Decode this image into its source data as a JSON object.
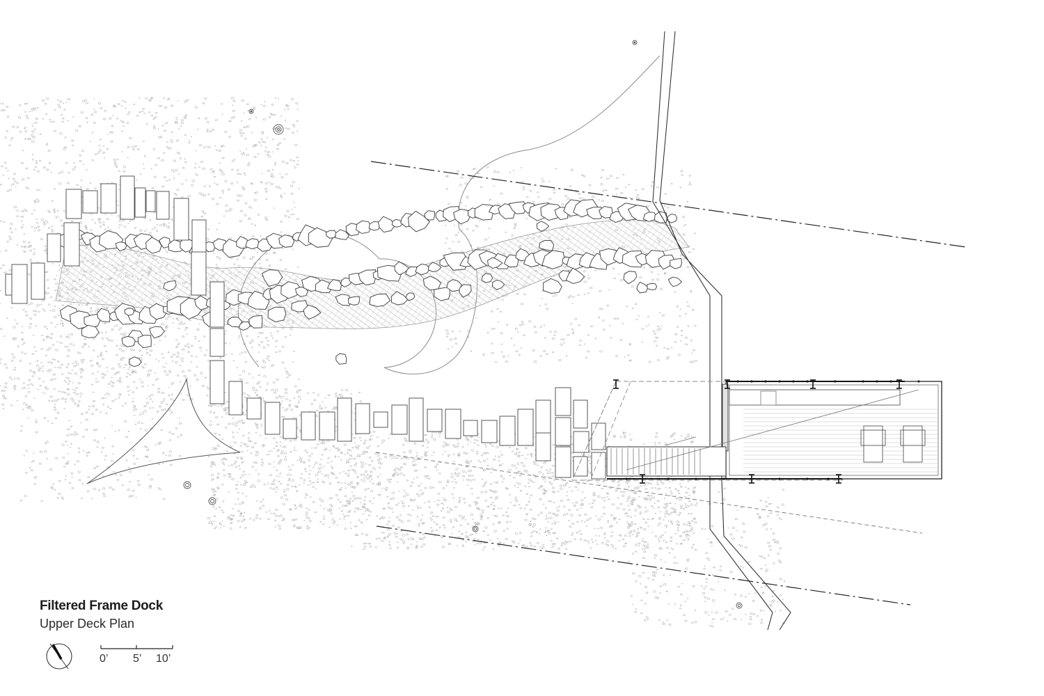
{
  "drawing": {
    "title": "Filtered Frame Dock",
    "subtitle": "Upper Deck Plan"
  },
  "scale_bar": {
    "labels": [
      "0’",
      "5’",
      "10’"
    ]
  },
  "icons": {
    "north_arrow": "north-arrow-icon"
  },
  "colors": {
    "line": "#3a3a3a",
    "light_line": "#9a9a9a",
    "gravel": "#b5b5b5",
    "water_hatch": "#c9c9c9"
  }
}
